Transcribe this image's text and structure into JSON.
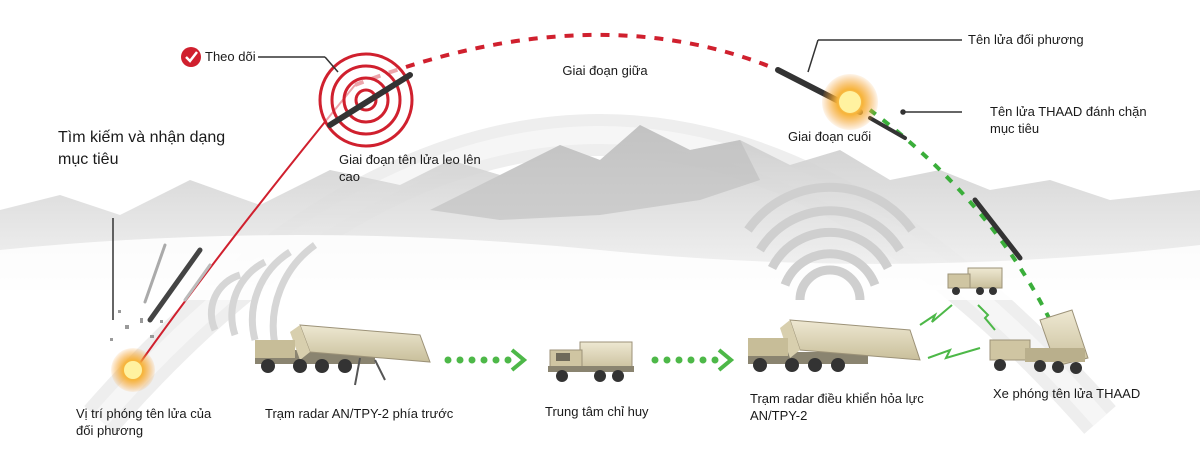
{
  "labels": {
    "track": "Theo dõi",
    "midcourse": "Giai đoạn giữa",
    "enemy_missile": "Tên lửa đối phương",
    "thaad_intercept": "Tên lửa THAAD đánh chặn mục tiêu",
    "search": "Tìm kiếm và nhận dạng mục tiêu",
    "boost": "Giai đoạn tên lửa leo lên cao",
    "terminal": "Giai đoạn cuối",
    "launch_site": "Vị trí phóng tên lửa của đối phương",
    "forward_radar": "Trạm radar AN/TPY-2 phía trước",
    "command_center": "Trung tâm chỉ huy",
    "fire_control_radar": "Trạm radar điều khiển hỏa lực AN/TPY-2",
    "launcher": "Xe phóng tên lửa THAAD"
  },
  "colors": {
    "enemy_track": "#d0202e",
    "interceptor_track": "#3aae3a",
    "flow_arrows": "#4db848",
    "explosion": "#f39a2b",
    "badge": "#d0202e"
  },
  "icons": [
    "check-badge-icon",
    "target-reticle-icon",
    "radar-wave-icon",
    "truck-icon",
    "radar-truck-icon",
    "launcher-truck-icon",
    "explosion-icon",
    "missile-icon"
  ]
}
